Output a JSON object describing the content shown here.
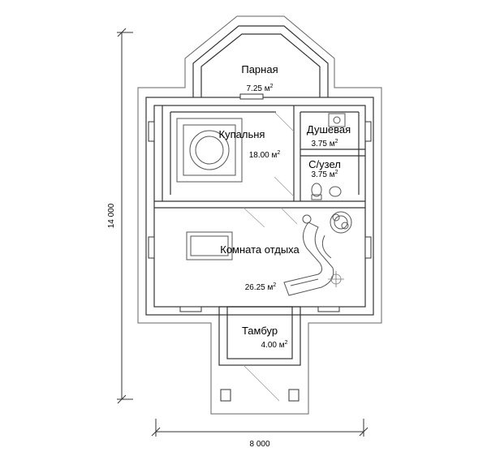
{
  "rooms": [
    {
      "name": "Парная",
      "area": "7.25 м",
      "sup": "2"
    },
    {
      "name": "Купальня",
      "area": "18.00 м",
      "sup": "2"
    },
    {
      "name": "Душевая",
      "area": "3.75 м",
      "sup": "2"
    },
    {
      "name": "С/узел",
      "area": "3.75 м",
      "sup": "2"
    },
    {
      "name": "Комната отдыха",
      "area": "26.25 м",
      "sup": "2"
    },
    {
      "name": "Тамбур",
      "area": "4.00 м",
      "sup": "2"
    }
  ],
  "dimensions": {
    "height": "14 000",
    "width": "8 000"
  },
  "colors": {
    "wall_fill": "#ffffff",
    "wall_stroke": "#333333",
    "outline": "#555555",
    "dimension_line": "#333333",
    "furniture": "#666666"
  }
}
